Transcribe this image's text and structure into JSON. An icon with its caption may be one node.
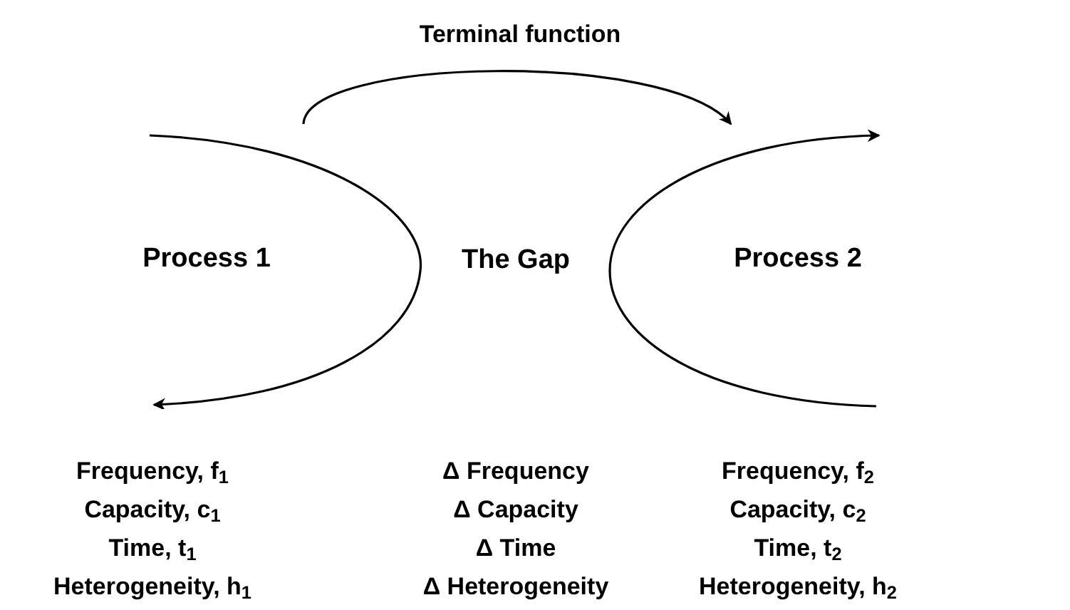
{
  "diagram": {
    "nodes": [
      {
        "text": [
          "Process 1"
        ]
      },
      {
        "text": [
          "The Gap"
        ]
      },
      {
        "text": [
          "Process 2"
        ]
      }
    ],
    "edges": [
      {
        "from": 0,
        "to": 2,
        "arrow": "to",
        "label": "Terminal function"
      }
    ],
    "labels": [
      "Frequency, f$_{1}$",
      "Δ Frequency",
      "Frequency, f$_{2}$",
      "Capacity, c$_{1}$",
      "Δ Capacity",
      "Capacity, c$_{2}$",
      "Time, t$_{1}$",
      "Δ Time",
      "Time, t$_{2}$",
      "Heterogeneity, h$_{1}$",
      "Δ Heterogeneity",
      "Heterogeneity, h$_{2}$"
    ]
  }
}
